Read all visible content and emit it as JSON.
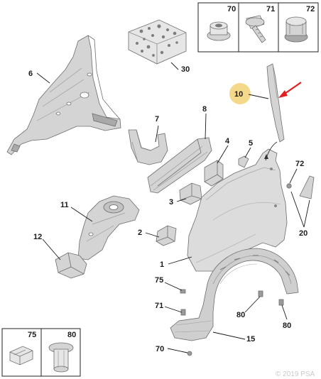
{
  "callouts": {
    "c1": "1",
    "c2": "2",
    "c3": "3",
    "c4": "4",
    "c5": "5",
    "c6": "6",
    "c7": "7",
    "c8": "8",
    "c10": "10",
    "c11": "11",
    "c12": "12",
    "c15": "15",
    "c20": "20",
    "c30": "30",
    "c70": "70",
    "c71": "71",
    "c72": "72",
    "c75": "75",
    "c80": "80"
  },
  "fastener_box_top": {
    "labels": [
      "70",
      "71",
      "72"
    ]
  },
  "fastener_box_bottom": {
    "labels": [
      "75",
      "80"
    ]
  },
  "colors": {
    "highlight": "#f5d98a",
    "arrow": "#e02020"
  },
  "watermark": "© 2019 PSA"
}
